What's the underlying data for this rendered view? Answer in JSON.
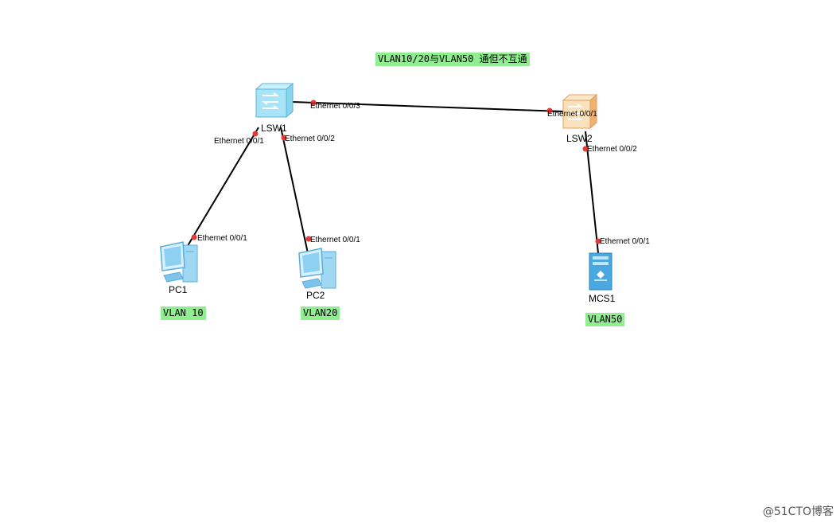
{
  "title_note": "VLAN10/20与VLAN50 通但不互通",
  "devices": {
    "lsw1": "LSW1",
    "lsw2": "LSW2",
    "pc1": "PC1",
    "pc2": "PC2",
    "mcs1": "MCS1"
  },
  "ports": {
    "lsw1_e003": "Ethernet 0/0/3",
    "lsw1_e001": "Ethernet 0/0/1",
    "lsw1_e002": "Ethernet 0/0/2",
    "lsw2_e001": "Ethernet 0/0/1",
    "lsw2_e002": "Ethernet 0/0/2",
    "pc1_e001": "Ethernet 0/0/1",
    "pc2_e001": "Ethernet 0/0/1",
    "mcs1_e001": "Ethernet 0/0/1"
  },
  "vlan_notes": {
    "pc1": "VLAN 10",
    "pc2": "VLAN20",
    "mcs1": "VLAN50"
  },
  "watermark": "@51CTO博客",
  "colors": {
    "link": "#000000",
    "port_dot": "#e53935",
    "note_bg": "#90ee90",
    "lsw1": "#7fd3f0",
    "lsw2": "#f5b870",
    "pc": "#6ec6f0",
    "server": "#4aa8e0"
  }
}
